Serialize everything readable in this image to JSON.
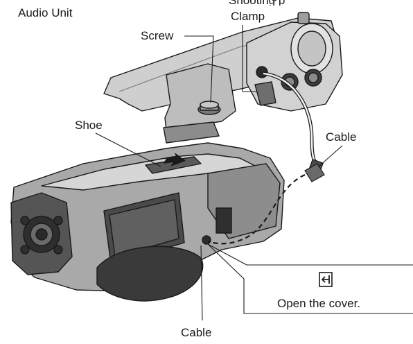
{
  "labels": {
    "audio_unit": "Audio Unit",
    "clamp": "Clamp",
    "screw": "Screw",
    "shoe": "Shoe",
    "cable_top": "Cable",
    "open_cover": "Open the cover.",
    "cable_bottom": "Cable",
    "clipped_heading": "Attaching the Audio Unit to the Shooting p"
  },
  "icons": {
    "callout_icon": "arrow-into-box-icon"
  },
  "colors": {
    "line": "#1a1a1a",
    "body_light": "#d9d9d9",
    "body_mid": "#a6a6a6",
    "body_dark": "#5a5a5a",
    "body_black": "#2b2b2b"
  }
}
